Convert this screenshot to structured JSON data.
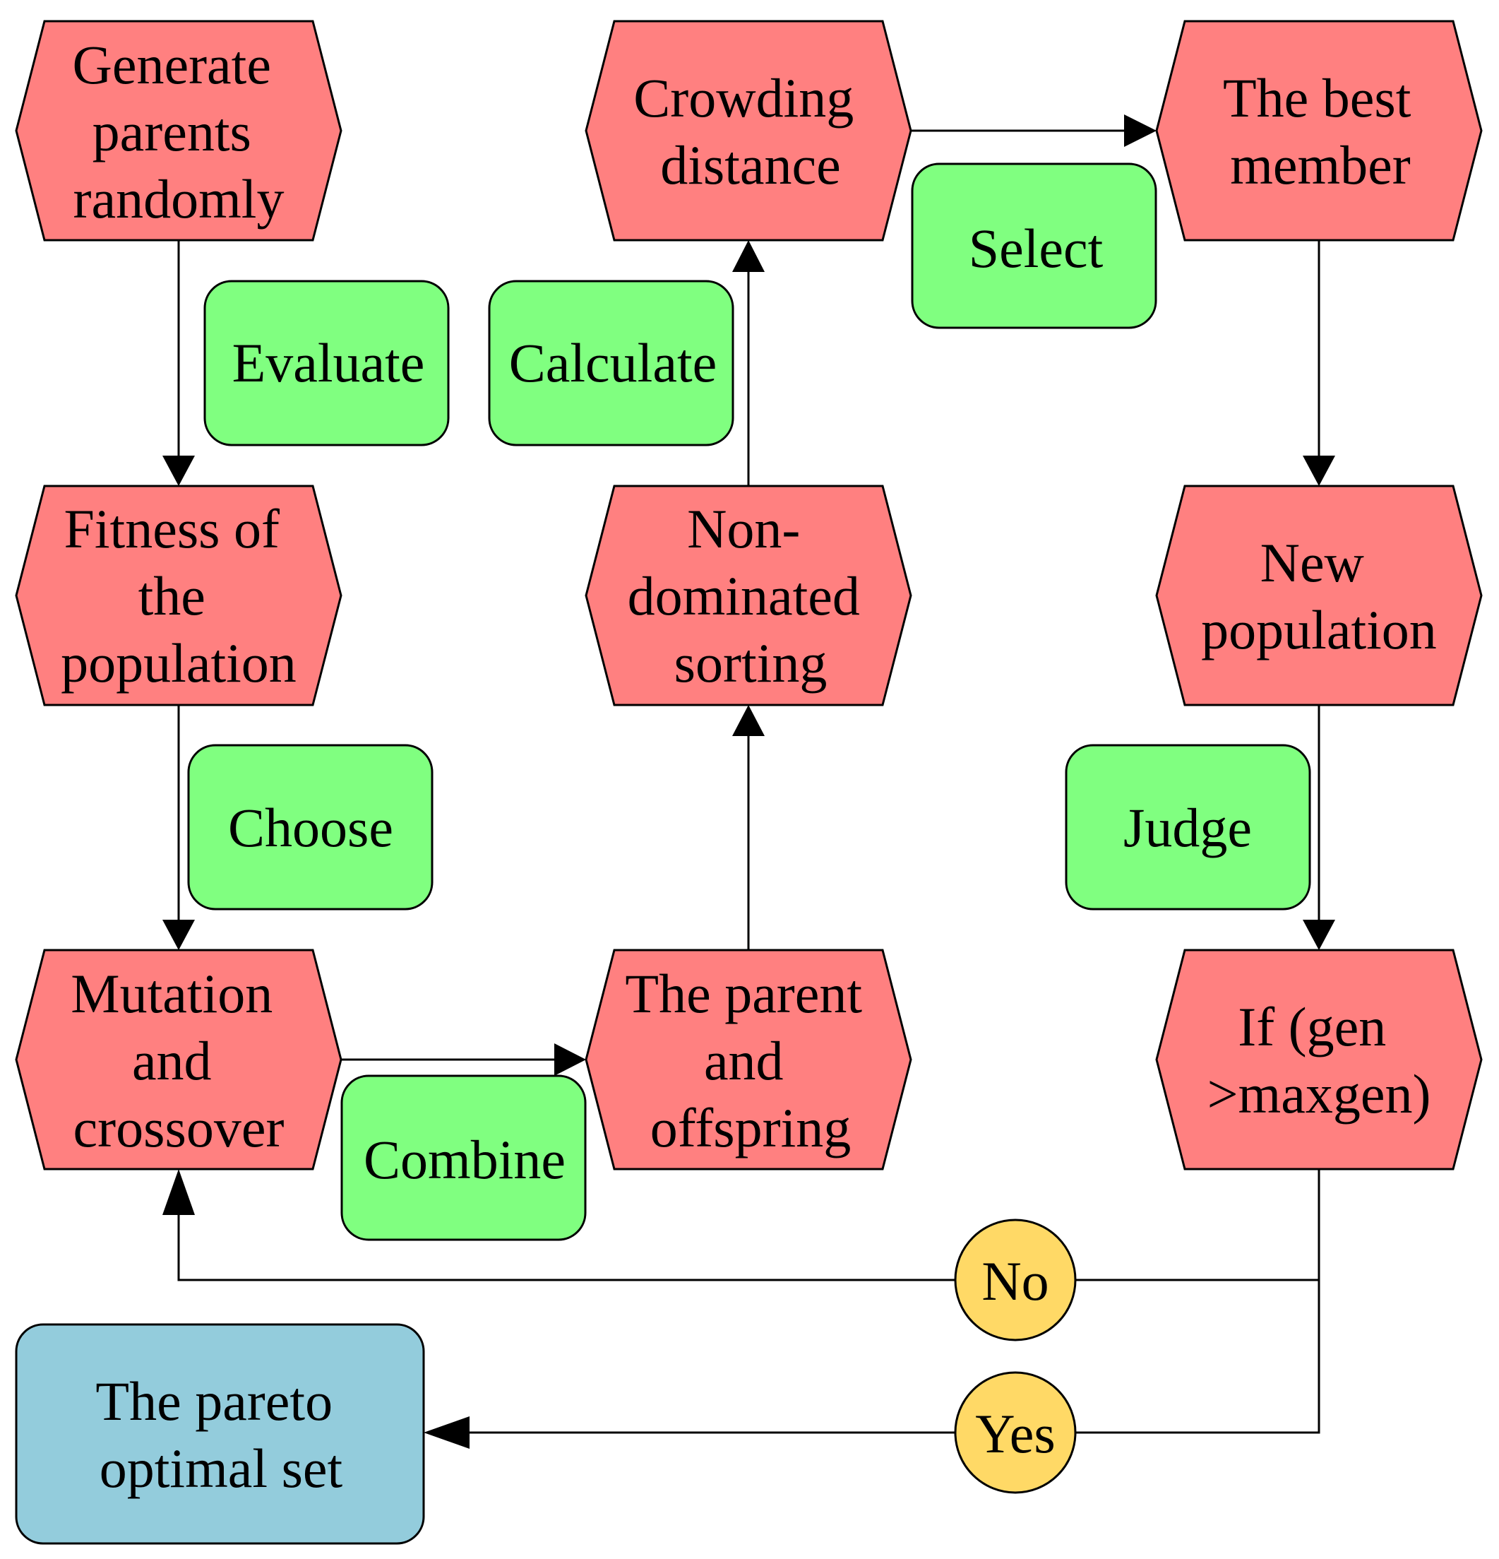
{
  "nodes": {
    "generate_parents": [
      "Generate",
      "parents",
      "randomly"
    ],
    "fitness": [
      "Fitness of",
      "the",
      "population"
    ],
    "mutation": [
      "Mutation",
      "and",
      "crossover"
    ],
    "parent_offspring": [
      "The parent",
      "and",
      "offspring"
    ],
    "non_dominated": [
      "Non-",
      "dominated",
      "sorting"
    ],
    "crowding": [
      "Crowding",
      "distance"
    ],
    "best_member": [
      "The best",
      "member"
    ],
    "new_population": [
      "New",
      "population"
    ],
    "if_gen": [
      "If (gen",
      ">maxgen)"
    ],
    "pareto_set": [
      "The pareto",
      "optimal set"
    ]
  },
  "actions": {
    "evaluate": "Evaluate",
    "choose": "Choose",
    "combine": "Combine",
    "calculate": "Calculate",
    "select": "Select",
    "judge": "Judge"
  },
  "decisions": {
    "no": "No",
    "yes": "Yes"
  },
  "colors": {
    "process": "#ff8080",
    "action": "#80ff80",
    "decision": "#ffd966",
    "result": "#93ccdc"
  }
}
